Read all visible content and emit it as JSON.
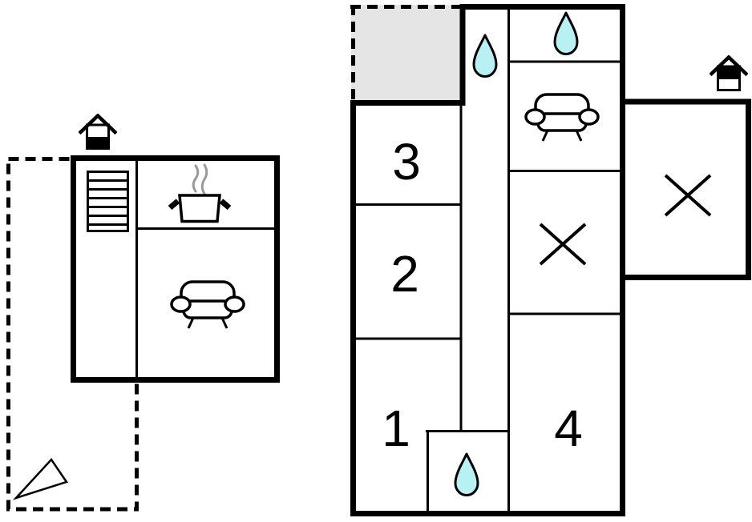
{
  "colors": {
    "wall": "#000000",
    "background": "#ffffff",
    "terrace_fill": "#e5e5e5",
    "water_drop_fill": "#b8f1f3",
    "steam": "#999999"
  },
  "left_building": {
    "floor_indicator_icon": "house-ground-floor-icon",
    "feature_icons": [
      "stairs-icon",
      "cooking-pot-icon",
      "sofa-icon"
    ],
    "terrace_marker_icon": "direction-triangle-icon"
  },
  "right_building": {
    "floor_indicator_icon": "house-upper-floor-icon",
    "room_labels": {
      "r1": "1",
      "r2": "2",
      "r3": "3",
      "r4": "4"
    },
    "feature_icons": [
      "water-drop-icon",
      "water-drop-icon",
      "water-drop-icon",
      "sofa-icon",
      "cross-mark-icon",
      "cross-mark-icon"
    ]
  }
}
